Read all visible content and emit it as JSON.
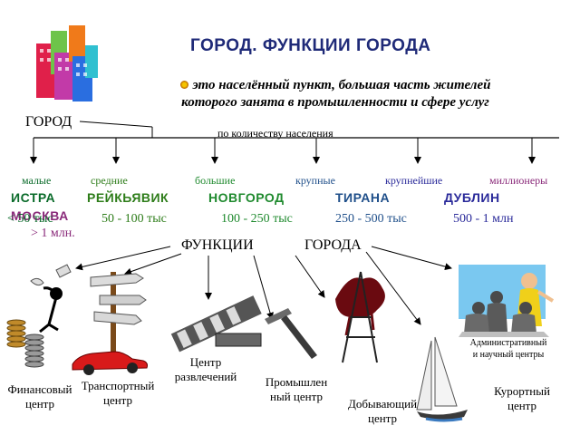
{
  "title": "ГОРОД. ФУНКЦИИ  ГОРОДА",
  "definition_line1": "это населённый пункт, большая часть жителей",
  "definition_line2": "которого занята в промышленности и сфере услуг",
  "city_label": "ГОРОД",
  "population_label": "по количеству населения",
  "sizes": {
    "small": "малые",
    "medium": "средние",
    "large": "большие",
    "big": "крупные",
    "biggest": "крупнейшие",
    "millionaires": "миллионеры"
  },
  "cities": {
    "small": "ИСТРА",
    "medium": "РЕЙКЬЯВИК",
    "large": "НОВГОРОД",
    "big": "ТИРАНА",
    "biggest": "ДУБЛИН",
    "millionaires": "МОСКВА"
  },
  "ranges": {
    "small": "< 50 тыс",
    "medium": "50 - 100 тыс",
    "large": "100 - 250 тыс",
    "big": "250 - 500 тыс",
    "biggest": "500 - 1 млн",
    "millionaires": "> 1 млн."
  },
  "functions_word": "ФУНКЦИИ",
  "city_word": "ГОРОДА",
  "functions": {
    "financial_1": "Финансовый",
    "financial_2": "центр",
    "transport_1": "Транспортный",
    "transport_2": "центр",
    "entertainment_1": "Центр",
    "entertainment_2": "развлечений",
    "industrial_1": "Промышлен",
    "industrial_2": "ный центр",
    "mining_1": "Добывающий",
    "mining_2": "центр",
    "resort_1": "Курортный",
    "resort_2": "центр",
    "admin_1": "Административный",
    "admin_2": "и научный центры"
  },
  "colors": {
    "title": "#1f2a78",
    "small": "#0a6b2a",
    "medium": "#2e7d1a",
    "large": "#1f8a2e",
    "big": "#1f4f8a",
    "biggest": "#2a2a9a",
    "millionaires": "#8a2a7a"
  },
  "icons": [
    "buildings-icon",
    "money-icon",
    "signpost-icon",
    "car-icon",
    "clapperboard-icon",
    "hammer-icon",
    "oil-tower-icon",
    "sailboat-icon",
    "meeting-icon"
  ]
}
